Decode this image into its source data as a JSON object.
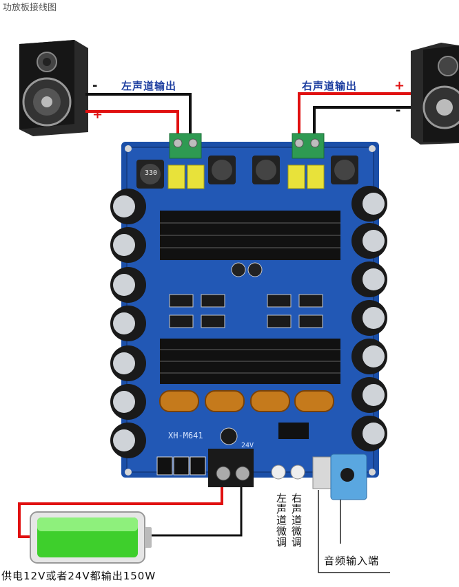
{
  "title": "功放板接线图",
  "left_output_label": "左声道输出",
  "right_output_label": "右声道输出",
  "left_minus": "-",
  "left_plus": "+",
  "right_plus": "+",
  "right_minus": "-",
  "board_model": "XH-M641",
  "board_voltage": "24V",
  "right_tune_label": "右声道微调",
  "left_tune_label": "左声道微调",
  "audio_input_label": "音频输入端",
  "power_caption": "供电12V或者24V都输出150W",
  "inductor_marking": "330",
  "colors": {
    "wire_red": "#e01010",
    "wire_black": "#111111",
    "board_blue": "#1b4fa8",
    "label_blue": "#1d3ea0"
  }
}
